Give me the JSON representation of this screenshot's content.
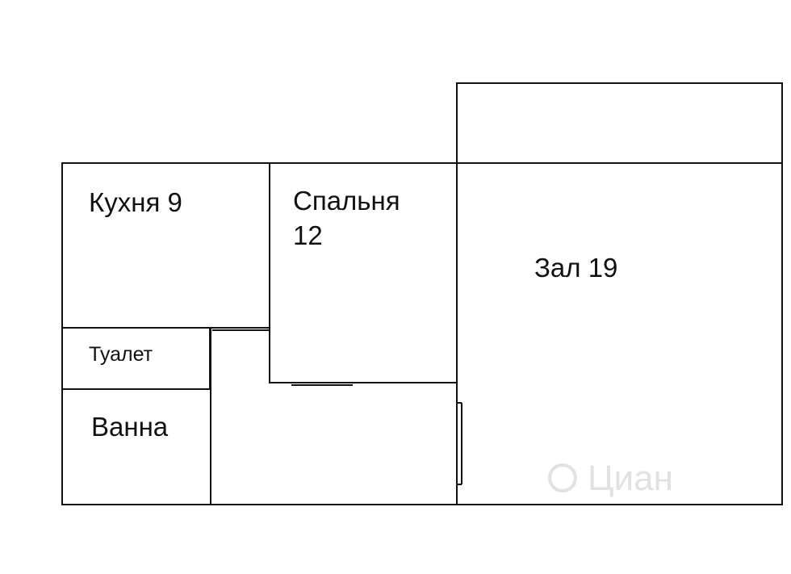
{
  "floorplan": {
    "rooms": [
      {
        "id": "kitchen",
        "name": "Кухня 9"
      },
      {
        "id": "bedroom",
        "name_line1": "Спальня",
        "name_line2": "12"
      },
      {
        "id": "hall",
        "name": "Зал 19"
      },
      {
        "id": "toilet",
        "name": "Туалет"
      },
      {
        "id": "bath",
        "name": "Ванна"
      }
    ],
    "watermark": "Циан",
    "colors": {
      "wall": "#111111",
      "background": "#ffffff",
      "watermark": "#c9c9c9"
    }
  }
}
